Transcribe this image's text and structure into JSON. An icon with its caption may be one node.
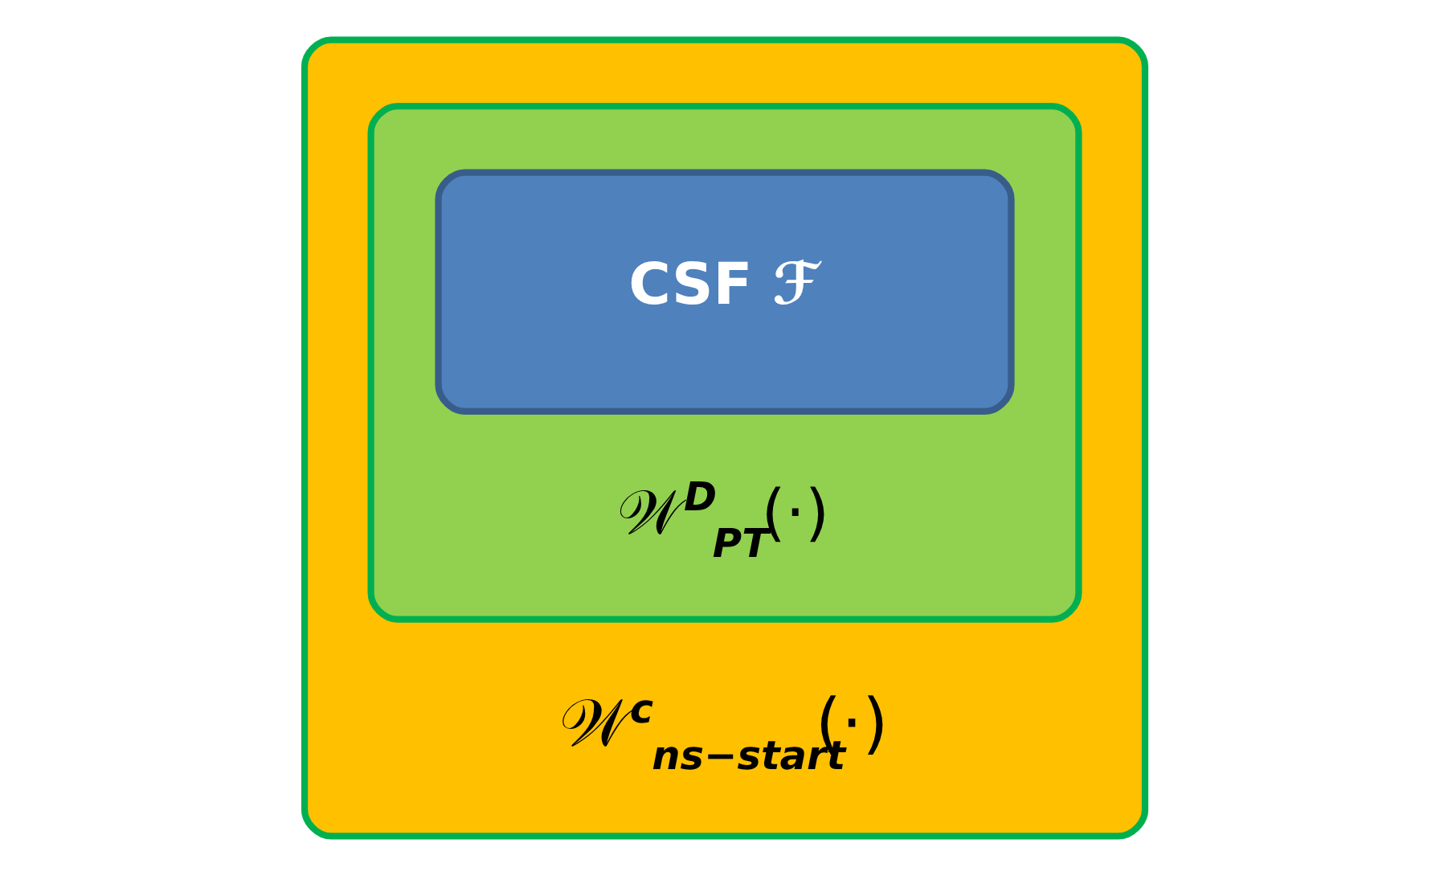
{
  "diagram": {
    "nodes": [
      {
        "text": [
          "𝒲$^{c}$$_{ns−start}$(·)"
        ]
      },
      {
        "text": [
          "𝒲$^{D}$$_{PT}$(·)"
        ],
        "in": 0
      },
      {
        "text": [
          "CSF ℱ"
        ],
        "in": 1
      }
    ]
  }
}
